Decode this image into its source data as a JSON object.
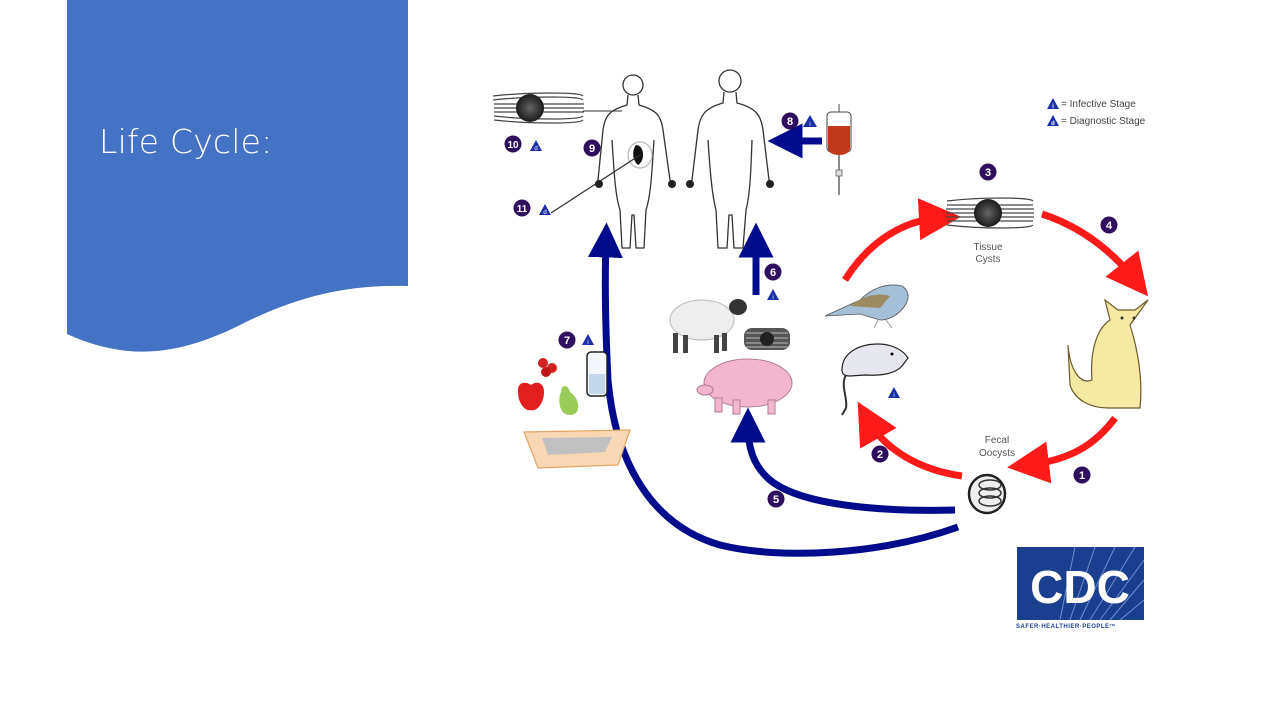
{
  "slide": {
    "title": "Life Cycle:",
    "accent_color": "#4472C4"
  },
  "diagram": {
    "legend": {
      "infective": {
        "symbol": "i",
        "label": "= Infective Stage"
      },
      "diagnostic": {
        "symbol": "d",
        "label": "= Diagnostic Stage"
      }
    },
    "labels": {
      "tissue_cysts_1": "Tissue",
      "tissue_cysts_2": "Cysts",
      "fecal_oocysts_1": "Fecal",
      "fecal_oocysts_2": "Oocysts"
    },
    "steps": [
      "1",
      "2",
      "3",
      "4",
      "5",
      "6",
      "7",
      "8",
      "9",
      "10",
      "11"
    ],
    "colors": {
      "red_arrow": "#FF1A1A",
      "blue_arrow": "#000C8C",
      "step_badge": "#2E0F5E",
      "stage_triangle": "#1A2FA8"
    },
    "organisms": [
      "human-female",
      "human-male",
      "blood-bag",
      "cat",
      "bird",
      "mouse",
      "sheep",
      "pig",
      "fruits",
      "water-glass",
      "litter-box"
    ]
  },
  "logo": {
    "text": "CDC",
    "tagline": "SAFER·HEALTHIER·PEOPLE™",
    "color": "#1B3F8F"
  }
}
